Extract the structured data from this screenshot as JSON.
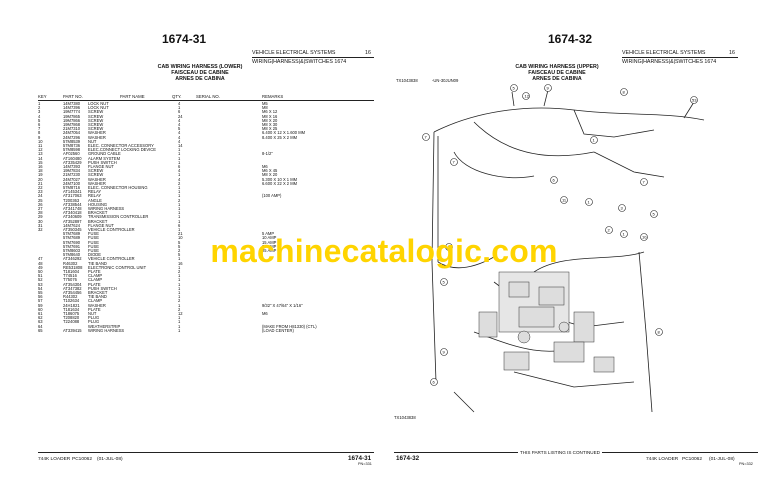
{
  "left": {
    "page_number": "1674-31",
    "section_title": "VEHICLE ELECTRICAL SYSTEMS",
    "section_number": "16",
    "subsection": "WIRING|HARNESS|&|SWITCHES 1674",
    "catalog_title": [
      "CAB WIRING HARNESS (LOWER)",
      "FAISCEAU DE CABINE",
      "ARNES DE CABINA"
    ],
    "columns": [
      "KEY",
      "PART NO.",
      "PART NAME",
      "QTY.",
      "SERIAL NO.",
      "REMARKS"
    ],
    "rows": [
      [
        "1",
        "14M7380",
        "LOCK NUT",
        "4",
        "",
        "M5"
      ],
      [
        "2",
        "14M7396",
        "LOCK NUT",
        "1",
        "",
        "M8"
      ],
      [
        "3",
        "19M7774",
        "SCREW",
        "6",
        "",
        "M6 X 12"
      ],
      [
        "4",
        "19M7865",
        "SCREW",
        "24",
        "",
        "M8 X 16"
      ],
      [
        "5",
        "19M7866",
        "SCREW",
        "4",
        "",
        "M8 X 20"
      ],
      [
        "6",
        "19M7868",
        "SCREW",
        "4",
        "",
        "M8 X 30"
      ],
      [
        "7",
        "21M7310",
        "SCREW",
        "5",
        "",
        "M8 X 25"
      ],
      [
        "8",
        "24M7054",
        "WASHER",
        "4",
        "",
        "6.400 X 12 X 1.600 MM"
      ],
      [
        "9",
        "24M7296",
        "WASHER",
        "4",
        "",
        "8.400 X 25 X 2 MM"
      ],
      [
        "10",
        "57M8539",
        "NUT",
        "4",
        "",
        ""
      ],
      [
        "11",
        "57M8736",
        "ELEC. CONNECTOR ACCESSORY",
        "14",
        "",
        ""
      ],
      [
        "12",
        "57M8598",
        "ELEC.CONNECT LOCKING DEVICE",
        "1",
        "",
        ""
      ],
      [
        "13",
        "AF02560",
        "GROUND CABLE",
        "1",
        "",
        "8-1/2\""
      ],
      [
        "14",
        "AT160480",
        "ALARM SYSTEM",
        "1",
        "",
        ""
      ],
      [
        "15",
        "AT335429",
        "PUSH SWITCH",
        "1",
        "",
        ""
      ],
      [
        "16",
        "14M7393",
        "FLANGE NUT",
        "6",
        "",
        "M6"
      ],
      [
        "18",
        "19M7834",
        "SCREW",
        "4",
        "",
        "M6 X 45"
      ],
      [
        "19",
        "21M7230",
        "SCREW",
        "1",
        "",
        "M8 X 20"
      ],
      [
        "20",
        "24M7027",
        "WASHER",
        "4",
        "",
        "5.300 X 10 X 1 MM"
      ],
      [
        "21",
        "24M7100",
        "WASHER",
        "2",
        "",
        "6.600 X 22 X 2 MM"
      ],
      [
        "22",
        "57M8716",
        "ELEC. CONNECTOR HOUSING",
        "1",
        "",
        ""
      ],
      [
        "23",
        "AT145341",
        "RELAY",
        "1",
        "",
        ""
      ],
      [
        "24",
        "AT317063",
        "RELAY",
        "1",
        "",
        "(100 AMP)"
      ],
      [
        "25",
        "T200363",
        "ANGLE",
        "2",
        "",
        ""
      ],
      [
        "26",
        "AT338544",
        "HOUSING",
        "1",
        "",
        ""
      ],
      [
        "27",
        "AT341748",
        "WIRING HARNESS",
        "1",
        "",
        ""
      ],
      [
        "28",
        "AT340418",
        "BRACKET",
        "1",
        "",
        ""
      ],
      [
        "29",
        "AT340609",
        "TRANSMISSION CONTROLLER",
        "1",
        "",
        ""
      ],
      [
        "30",
        "AT352897",
        "BRACKET",
        "1",
        "",
        ""
      ],
      [
        "31",
        "14M7624",
        "FLANGE NUT",
        "6",
        "",
        ""
      ],
      [
        "32",
        "AT350345",
        "VEHICLE CONTROLLER",
        "1",
        "",
        ""
      ],
      [
        "",
        "57M7689",
        "FUSE",
        "21",
        "",
        "5 AMP"
      ],
      [
        "",
        "57M7689",
        "FUSE",
        "10",
        "",
        "10 AMP"
      ],
      [
        "",
        "57M7690",
        "FUSE",
        "5",
        "",
        "15 AMP"
      ],
      [
        "",
        "57M7691",
        "FUSE",
        "5",
        "",
        "20 AMP"
      ],
      [
        "",
        "57M8603",
        "FUSE",
        "2",
        "",
        "25 AMP"
      ],
      [
        "",
        "57M8640",
        "DIODE",
        "5",
        "",
        ""
      ],
      [
        "47",
        "AT346292",
        "VEHICLE CONTROLLER",
        "1",
        "",
        ""
      ],
      [
        "48",
        "R46302",
        "TIE BAND",
        "16",
        "",
        ""
      ],
      [
        "49",
        "RE531808",
        "ELECTRONIC CONTROL UNIT",
        "1",
        "",
        ""
      ],
      [
        "50",
        "T181604",
        "PLATE",
        "2",
        "",
        ""
      ],
      [
        "51",
        "T74516",
        "CLAMP",
        "1",
        "",
        ""
      ],
      [
        "52",
        "T75076",
        "CLAMP",
        "1",
        "",
        ""
      ],
      [
        "53",
        "AT354304",
        "PLATE",
        "1",
        "",
        ""
      ],
      [
        "54",
        "AT347382",
        "PUSH SWITCH",
        "1",
        "",
        ""
      ],
      [
        "55",
        "AT354456",
        "BRACKET",
        "1",
        "",
        ""
      ],
      [
        "56",
        "R44302",
        "TIE BAND",
        "1",
        "",
        ""
      ],
      [
        "57",
        "T102634",
        "CLAMP",
        "2",
        "",
        ""
      ],
      [
        "59",
        "24H1821",
        "WASHER",
        "1",
        "",
        "9/32\" X 47/64\" X 1/16\""
      ],
      [
        "60",
        "T181634",
        "PLATE",
        "2",
        "",
        ""
      ],
      [
        "61",
        "T186075",
        "NUT",
        "12",
        "",
        "M6"
      ],
      [
        "62",
        "T208820",
        "PLUG",
        "1",
        "",
        ""
      ],
      [
        "63",
        "T224088",
        "PLUG",
        "1",
        "",
        ""
      ],
      [
        "64",
        "",
        "WEATHERSTRIP",
        "1",
        "",
        "(MAKE FROM H81330) (CTL)"
      ],
      [
        "65",
        "AT339415",
        "WIRING HARNESS",
        "1",
        "",
        "(LOAD CENTER)"
      ]
    ],
    "footer_model": "744K LOADER",
    "footer_catalog": "PC10062",
    "footer_date": "(01-JUL-08)",
    "footer_page": "1674-31",
    "footer_sub": "PN=331"
  },
  "right": {
    "page_number": "1674-32",
    "section_title": "VEHICLE ELECTRICAL SYSTEMS",
    "section_number": "16",
    "subsection": "WIRING|HARNESS|&|SWITCHES 1674",
    "catalog_title": [
      "CAB WIRING HARNESS (UPPER)",
      "FAISCEAU DE CABINE",
      "ARNES DE CABINA"
    ],
    "figure_id_top": "TX1043838",
    "figure_id_code": "-UN-30JUN09",
    "figure_id_bottom": "TX1043838",
    "continued_notice": "THIS PARTS LISTING IS CONTINUED",
    "footer_page": "1674-32",
    "footer_model": "744K LOADER",
    "footer_catalog": "PC10062",
    "footer_date": "(01-JUL-08)",
    "footer_sub": "PN=332"
  },
  "watermark": "machinecatalogic.com",
  "colors": {
    "watermark": "#ffd400",
    "text": "#111111"
  }
}
